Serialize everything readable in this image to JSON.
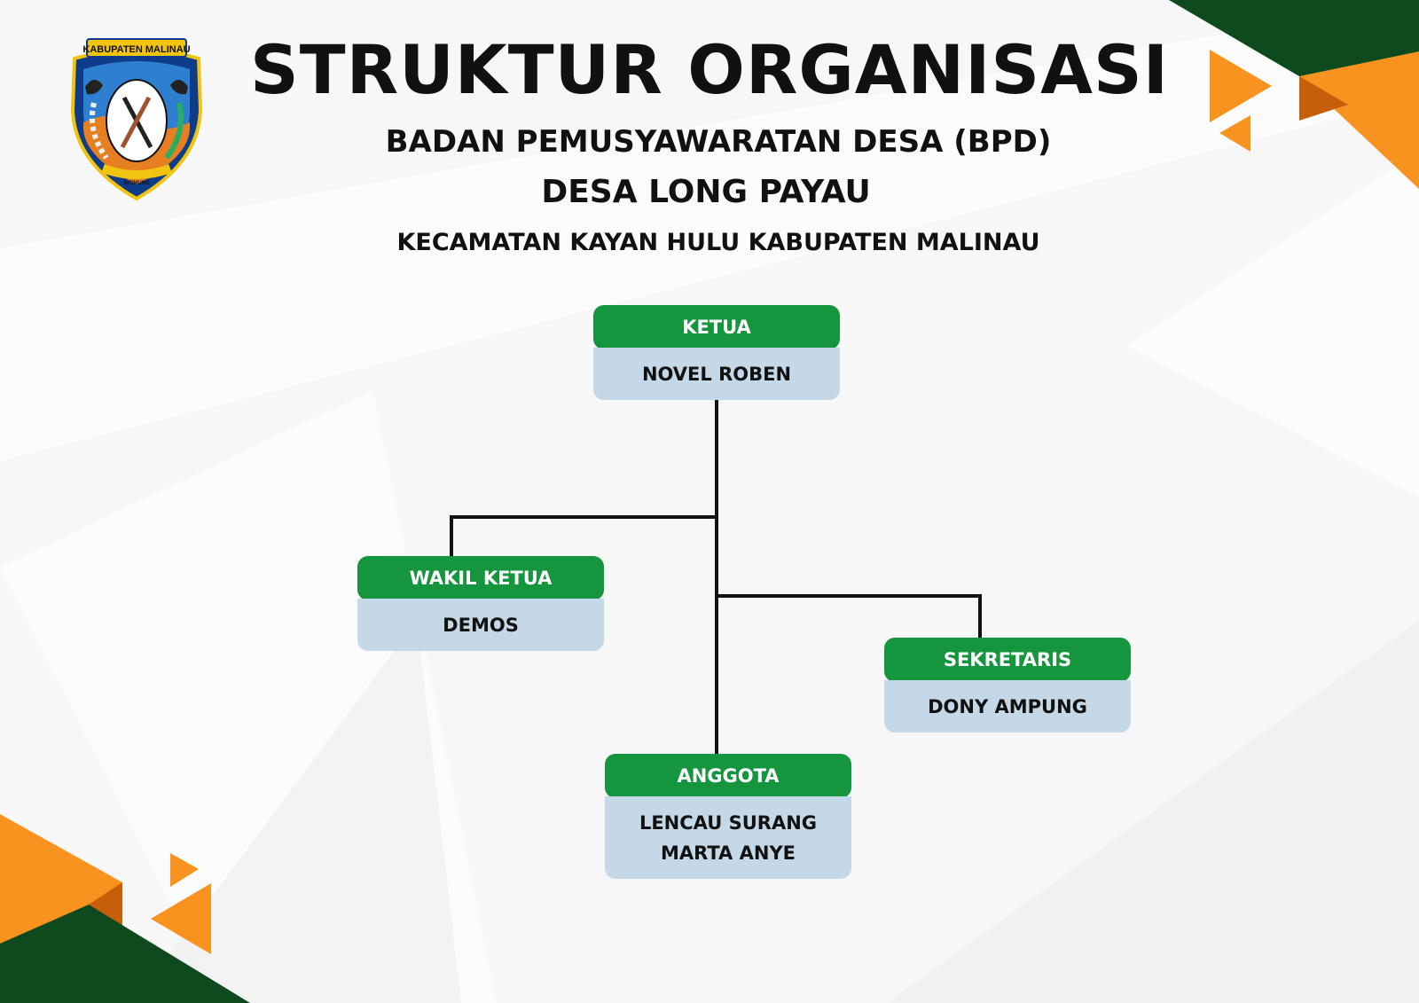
{
  "header": {
    "title": "STRUKTUR ORGANISASI",
    "subtitle1": "BADAN PEMUSYAWARATAN DESA (BPD)",
    "subtitle2": "DESA LONG PAYAU",
    "subtitle3": "KECAMATAN KAYAN HULU KABUPATEN MALINAU"
  },
  "logo": {
    "banner_text": "KABUPATEN MALINAU",
    "motto": "INTIMUNG"
  },
  "org": {
    "ketua": {
      "role": "KETUA",
      "names": [
        "NOVEL ROBEN"
      ]
    },
    "wakil_ketua": {
      "role": "WAKIL KETUA",
      "names": [
        "DEMOS"
      ]
    },
    "sekretaris": {
      "role": "SEKRETARIS",
      "names": [
        "DONY AMPUNG"
      ]
    },
    "anggota": {
      "role": "ANGGOTA",
      "names": [
        "LENCAU SURANG",
        "MARTA ANYE"
      ]
    }
  },
  "colors": {
    "role_green": "#16953f",
    "name_blue": "#c5d8e8",
    "dark_green": "#0e4a1d",
    "orange": "#f7931e"
  }
}
